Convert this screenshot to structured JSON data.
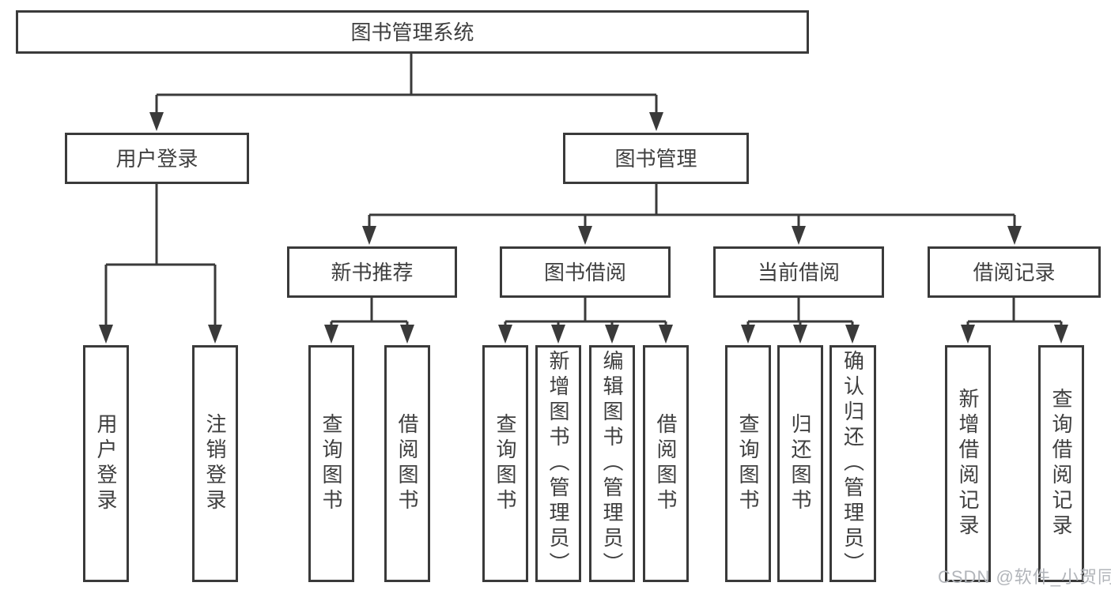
{
  "diagram": {
    "title": "图书管理系统",
    "watermark": "CSDN @软件_小贺同学",
    "colors": {
      "line": "#3a3a3a",
      "text": "#3f3f3f",
      "watermark": "#b2b5ba",
      "background": "#ffffff"
    },
    "nodes": {
      "root": {
        "label": "图书管理系统"
      },
      "level2": [
        {
          "label": "用户登录"
        },
        {
          "label": "图书管理"
        }
      ],
      "level3": [
        {
          "label": "新书推荐"
        },
        {
          "label": "图书借阅"
        },
        {
          "label": "当前借阅"
        },
        {
          "label": "借阅记录"
        }
      ],
      "leaves": [
        {
          "label": "用户登录"
        },
        {
          "label": "注销登录"
        },
        {
          "label": "查询图书"
        },
        {
          "label": "借阅图书"
        },
        {
          "label": "查询图书"
        },
        {
          "label": "新增图书（管理员）"
        },
        {
          "label": "编辑图书（管理员）"
        },
        {
          "label": "借阅图书"
        },
        {
          "label": "查询图书"
        },
        {
          "label": "归还图书"
        },
        {
          "label": "确认归还（管理员）"
        },
        {
          "label": "新增借阅记录"
        },
        {
          "label": "查询借阅记录"
        }
      ]
    }
  }
}
